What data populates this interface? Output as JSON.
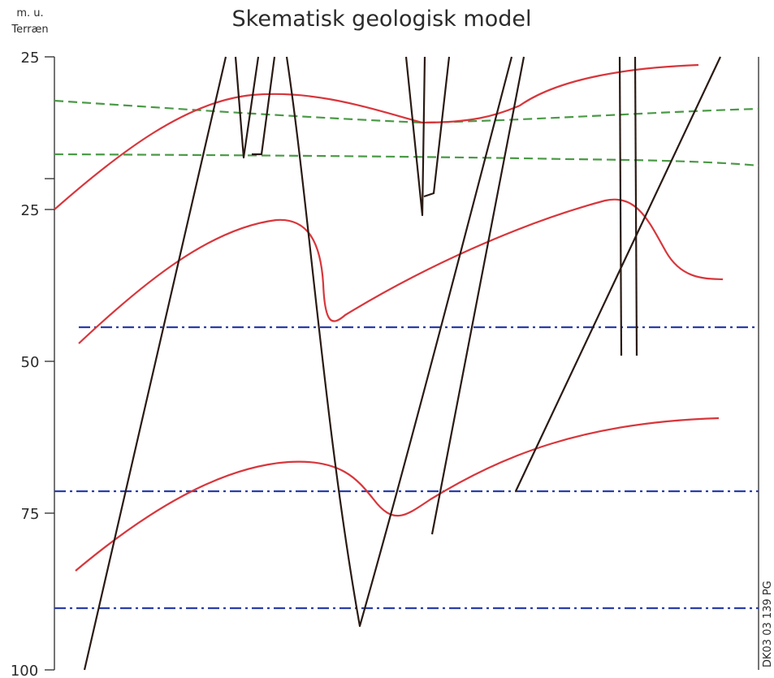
{
  "title": "Skematisk geologisk model",
  "axis_unit": {
    "line1": "m. u.",
    "line2": "Terræn"
  },
  "y_axis": {
    "ticks": [
      {
        "label": "25"
      },
      {
        "label": ""
      },
      {
        "label": "25"
      },
      {
        "label": "50"
      },
      {
        "label": "75"
      },
      {
        "label": "100"
      }
    ]
  },
  "figure_code": "DK03 03 139 PG",
  "colors": {
    "layer_boundary": "#d8363b",
    "water_level_dashed": "#4a9a46",
    "dash_dot_level": "#2a3ea8",
    "fault": "#2a1a14",
    "frame": "#2b2b2b"
  },
  "legend": []
}
